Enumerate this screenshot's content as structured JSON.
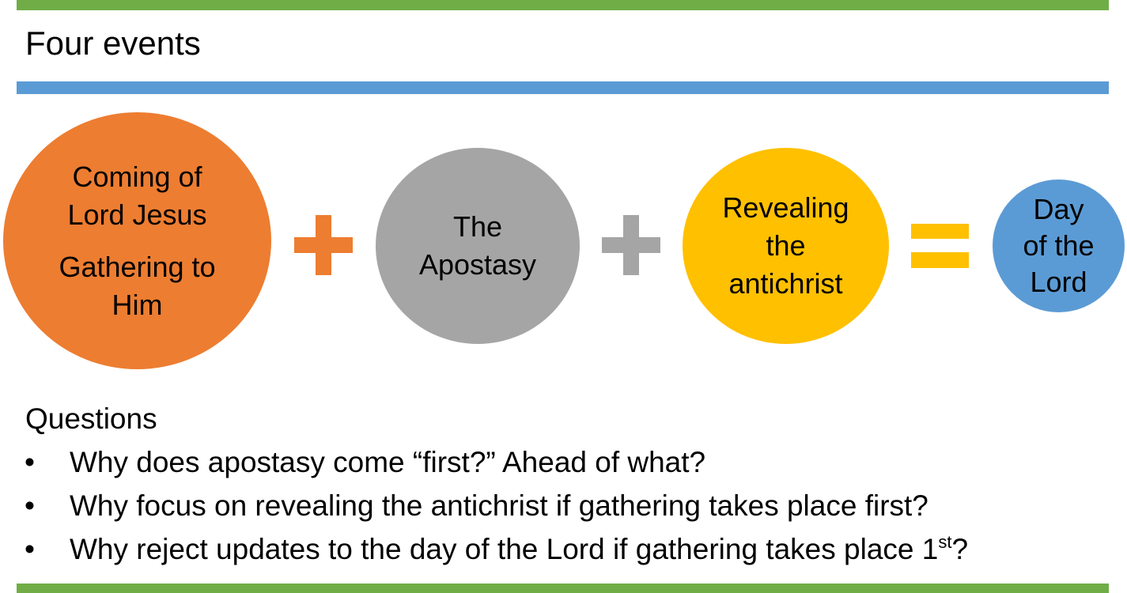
{
  "slide": {
    "title": "Four events"
  },
  "colors": {
    "green_bar": "#70AD47",
    "blue_bar": "#5B9BD5",
    "orange": "#ED7D31",
    "gray": "#A5A5A5",
    "gold": "#FFC000",
    "blue": "#5B9BD5",
    "text": "#000000"
  },
  "diagram": {
    "events": [
      {
        "line1": "Coming of",
        "line2": "Lord Jesus",
        "line3": "Gathering to",
        "line4": "Him",
        "color": "#ED7D31"
      },
      {
        "line1": "The",
        "line2": "Apostasy",
        "color": "#A5A5A5"
      },
      {
        "line1": "Revealing",
        "line2": "the",
        "line3": "antichrist",
        "color": "#FFC000"
      },
      {
        "line1": "Day",
        "line2": "of the",
        "line3": "Lord",
        "color": "#5B9BD5"
      }
    ],
    "operators": [
      {
        "symbol": "plus-icon",
        "color": "#ED7D31"
      },
      {
        "symbol": "plus-icon",
        "color": "#A5A5A5"
      },
      {
        "symbol": "equals-icon",
        "color": "#FFC000"
      }
    ]
  },
  "questions": {
    "heading": "Questions",
    "bullet": "•",
    "items": [
      {
        "text": "Why does apostasy come “first?” Ahead of what?"
      },
      {
        "text": "Why focus on revealing the antichrist if gathering takes place first?"
      },
      {
        "text": "Why reject updates to the day of the Lord if gathering takes place 1",
        "sup": "st",
        "suffix": "?"
      }
    ]
  }
}
